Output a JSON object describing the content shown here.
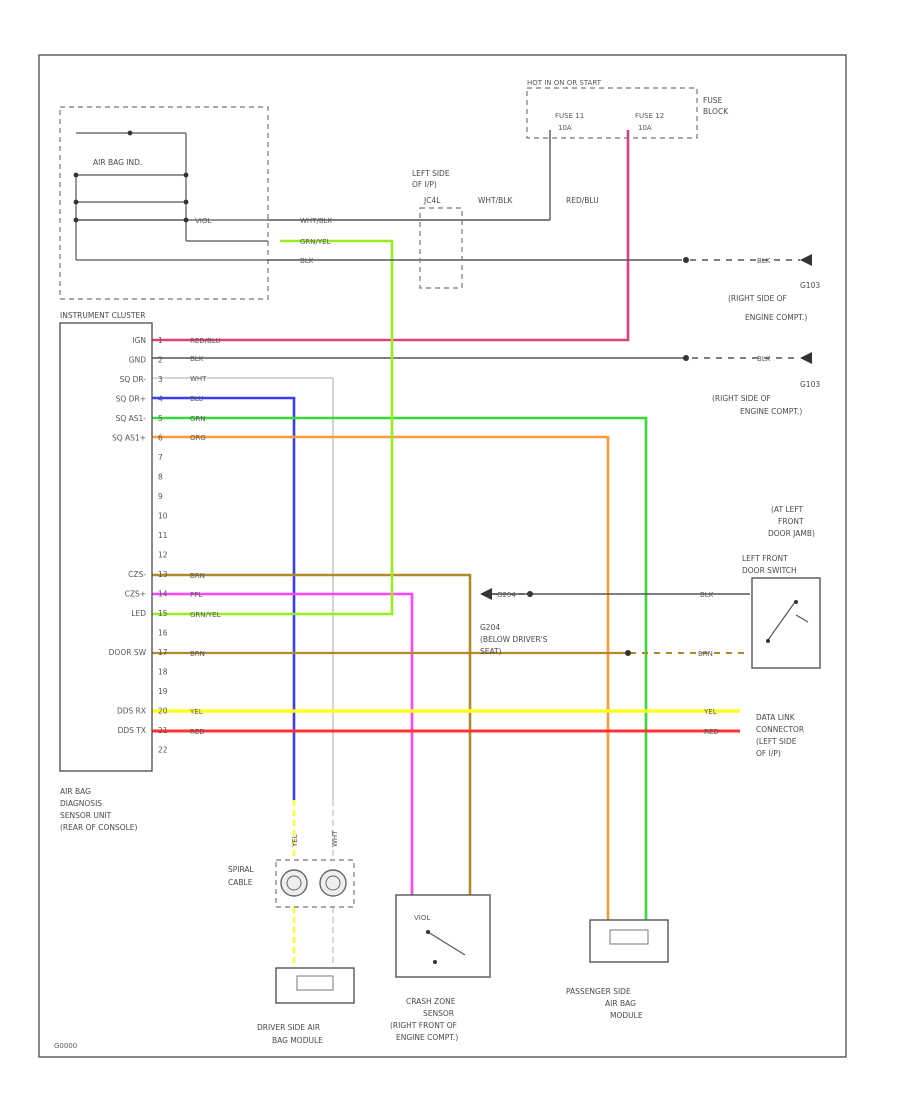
{
  "components": {
    "fuse_block": {
      "title": "HOT IN ON OR START",
      "fuse11": "FUSE 11",
      "fuse11_rating": "10A",
      "fuse12": "FUSE 12",
      "fuse12_rating": "10A",
      "label_1": "FUSE",
      "label_2": "BLOCK"
    },
    "jb_left": {
      "label_1": "LEFT SIDE",
      "label_2": "OF I/P)",
      "label_3": "JC4L"
    },
    "airbag_indicator": {
      "label": "AIR BAG IND."
    },
    "instrument_cluster": {
      "label": "INSTRUMENT CLUSTER"
    },
    "ground_1": {
      "name": "G103",
      "label_1": "(RIGHT SIDE OF",
      "label_2": "ENGINE COMPT.)"
    },
    "ground_2": {
      "name": "G103",
      "label_1": "(RIGHT SIDE OF",
      "label_2": "ENGINE COMPT.)"
    },
    "g204": {
      "name": "G204",
      "label_1": "(BELOW DRIVER'S",
      "label_2": "SEAT)"
    },
    "door_jamb": {
      "label_1": "(AT LEFT",
      "label_2": "FRONT",
      "label_3": "DOOR JAMB)"
    },
    "door_switch": {
      "label_1": "LEFT FRONT",
      "label_2": "DOOR SWITCH"
    },
    "dlc": {
      "label_1": "DATA LINK",
      "label_2": "CONNECTOR",
      "label_3": "(LEFT SIDE",
      "label_4": "OF I/P)"
    },
    "diagnosis_unit": {
      "label_1": "AIR BAG",
      "label_2": "DIAGNOSIS",
      "label_3": "SENSOR UNIT",
      "label_4": "(REAR OF CONSOLE)"
    },
    "spiral_cable": {
      "label_1": "SPIRAL",
      "label_2": "CABLE"
    },
    "driver_module": {
      "label_1": "DRIVER SIDE AIR",
      "label_2": "BAG MODULE"
    },
    "crash_sensor": {
      "label_1": "CRASH ZONE",
      "label_2": "SENSOR",
      "label_3": "(RIGHT FRONT OF",
      "label_4": "ENGINE COMPT.)"
    },
    "passenger_module": {
      "label_1": "PASSENGER SIDE",
      "label_2": "AIR BAG",
      "label_3": "MODULE"
    },
    "footer_code": "G0000"
  },
  "unit_pins": [
    "IGN",
    "GND",
    "SQ DR-",
    "SQ DR+",
    "SQ AS1-",
    "SQ AS1+",
    "",
    "",
    "",
    "",
    "",
    "",
    "CZS-",
    "CZS+",
    "LED",
    "",
    "DOOR SW",
    "",
    "",
    "DDS RX",
    "DDS TX",
    ""
  ],
  "pin_numbers": [
    "1",
    "2",
    "3",
    "4",
    "5",
    "6",
    "7",
    "8",
    "9",
    "10",
    "11",
    "12",
    "13",
    "14",
    "15",
    "16",
    "17",
    "18",
    "19",
    "20",
    "21",
    "22"
  ],
  "wire_tags": {
    "red_blu": "RED/BLU",
    "blk": "BLK",
    "wht": "WHT",
    "blu": "BLU",
    "grn": "GRN",
    "org": "ORG",
    "brn": "BRN",
    "ppl": "PPL",
    "grn_yel": "GRN/YEL",
    "yel": "YEL",
    "red": "RED",
    "wht_blk": "WHT/BLK",
    "viol": "VIOL"
  },
  "colors": {
    "red_blu": "#e0407a",
    "blk": "#555555",
    "wht": "#c8c8c8",
    "blu": "#3b3bff",
    "grn": "#33dd33",
    "org": "#ff9933",
    "brn": "#b38a2a",
    "ppl": "#ff44ff",
    "grn_yel": "#99ee22",
    "yel": "#ffff22",
    "red": "#ff3333",
    "red_pink": "#ff6677"
  }
}
